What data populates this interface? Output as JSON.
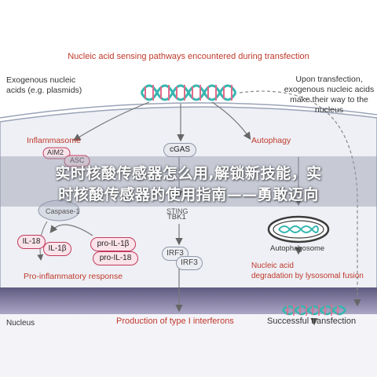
{
  "diagram": {
    "title": "Nucleic acid sensing pathways encountered during transfection",
    "left_note": [
      "Exogenous nucleic",
      "acids (e.g. plasmids)"
    ],
    "right_note": [
      "Upon transfection,",
      "exogenous nucleic acids",
      "make their way to the",
      "nucleus"
    ],
    "inflammasome_label": "Inflammasome",
    "cgas_label": "cGAS",
    "autophagy_label": "Autophagy",
    "aim2_label": "AIM2",
    "asc_label": "ASC",
    "caspase_label": "Caspase-1",
    "sting_label": "STING",
    "tbk1_label": "TBK1",
    "irf3_a_label": "IRF3",
    "irf3_b_label": "IRF3",
    "il18_label": "IL-18",
    "il1b_label": "IL-1β",
    "pro_il1b_label": "pro-IL-1β",
    "pro_il18_label": "pro-IL-18",
    "autophagosome_label": "Autophagosome",
    "pro_inflammatory_label": "Pro-inflammatory response",
    "degradation_label": [
      "Nucleic acid",
      "degradation by lysosomal fusion"
    ],
    "nucleus_label": "Nucleus",
    "interferon_label": "Production of type I interferons",
    "success_label": "Successful transfection"
  },
  "overlay": {
    "line1": "实时核酸传感器怎么用,解锁新技能，实",
    "line2": "时核酸传感器的使用指南——勇敢迈向"
  },
  "colors": {
    "title_red": "#c0392b",
    "cytoplasm": "#eef0f5",
    "nucleus_purple": "#6e6b8c",
    "dna_teal": "#36b6b0",
    "dna_rungs": "#e06b8b",
    "accent_pink": "#c23b5c"
  }
}
